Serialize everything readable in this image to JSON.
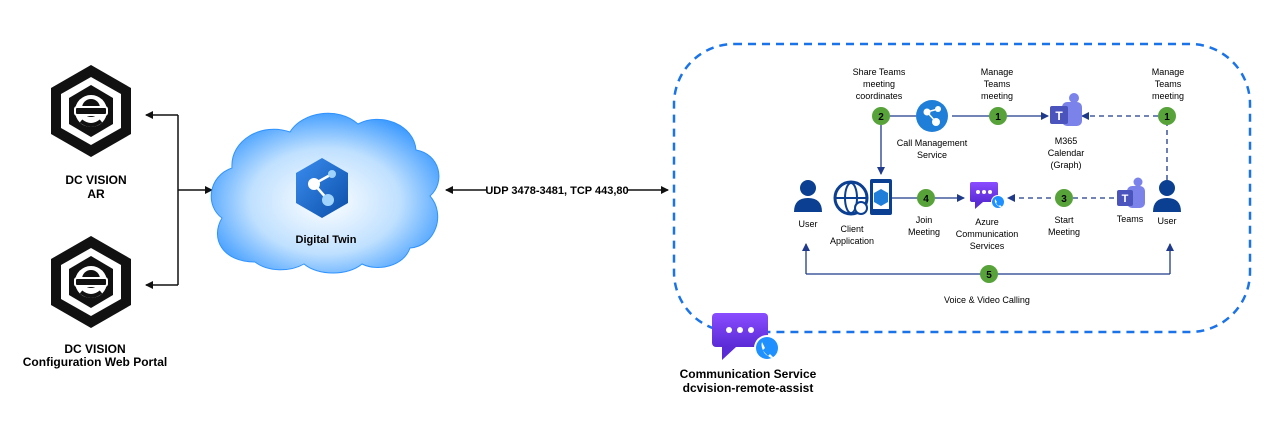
{
  "left": {
    "ar": {
      "line1": "DC VISION",
      "line2": "AR"
    },
    "portal": {
      "line1": "DC VISION",
      "line2": "Configuration Web Portal"
    }
  },
  "cloud": {
    "label": "Digital Twin"
  },
  "link": {
    "label": "UDP 3478-3481, TCP 443,80"
  },
  "service": {
    "line1": "Communication Service",
    "line2": "dcvision-remote-assist"
  },
  "flow": {
    "share": [
      "Share Teams",
      "meeting",
      "coordinates"
    ],
    "manage1": [
      "Manage",
      "Teams",
      "meeting"
    ],
    "manage2": [
      "Manage",
      "Teams",
      "meeting"
    ],
    "callmgmt": [
      "Call Management",
      "Service"
    ],
    "m365": [
      "M365",
      "Calendar",
      "(Graph)"
    ],
    "user_left": "User",
    "client": [
      "Client",
      "Application"
    ],
    "join": [
      "Join",
      "Meeting"
    ],
    "acs": [
      "Azure",
      "Communication",
      "Services"
    ],
    "start": [
      "Start",
      "Meeting"
    ],
    "teams": "Teams",
    "user_right": "User",
    "voice": "Voice & Video Calling"
  },
  "steps": {
    "s1a": "1",
    "s1b": "1",
    "s2": "2",
    "s3": "3",
    "s4": "4",
    "s5": "5"
  },
  "colors": {
    "dash_border": "#1a73e8",
    "arrow": "#1f3a8a",
    "step": "#57a33a",
    "teams": "#4b53bc",
    "acs": "#7b3fe4",
    "cloud": "#3aa0ff",
    "hex": "#111111"
  }
}
